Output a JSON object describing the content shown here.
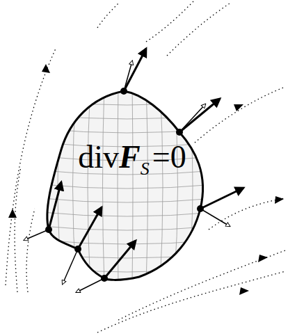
{
  "diagram": {
    "labels": [
      "div",
      "F",
      "S",
      "=0"
    ]
  }
}
